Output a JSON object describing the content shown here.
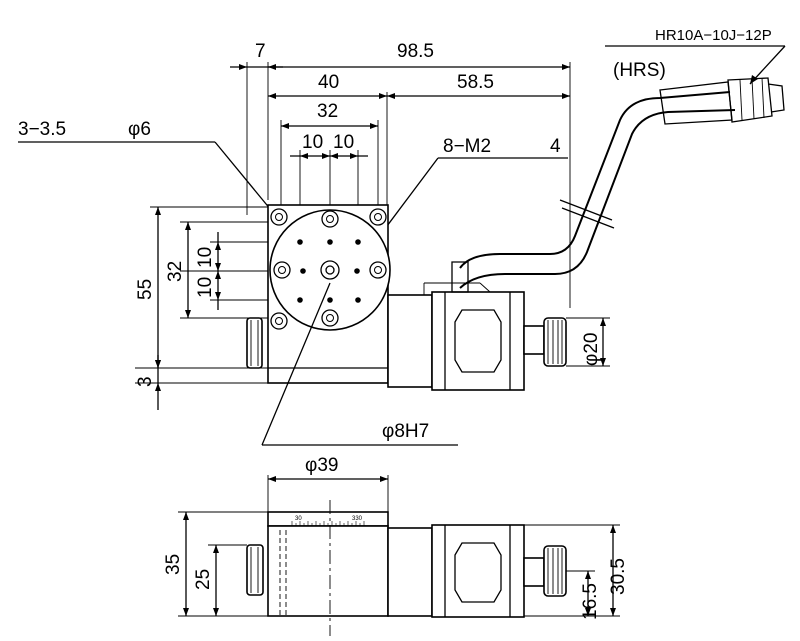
{
  "labels": {
    "d_7": "7",
    "d_98_5": "98.5",
    "d_40": "40",
    "d_58_5": "58.5",
    "d_32_top": "32",
    "d_10_a": "10",
    "d_10_b": "10",
    "holes_3": "3−3.5",
    "phi6": "φ6",
    "m2": "8−M2",
    "d_4": "4",
    "connector": "HR10A−10J−12P",
    "hrs": "(HRS)",
    "d_55": "55",
    "d_32_left": "32",
    "d_10_left_a": "10",
    "d_10_left_b": "10",
    "d_3": "3",
    "phi20": "φ20",
    "phi8h7": "φ8H7",
    "phi39": "φ39",
    "d_35": "35",
    "d_25": "25",
    "d_16_5": "16.5",
    "d_30_5": "30.5",
    "scale_30": "30",
    "scale_330": "330"
  },
  "colors": {
    "line": "#000000",
    "fill": "#ffffff",
    "shade": "#d9d9d9"
  }
}
